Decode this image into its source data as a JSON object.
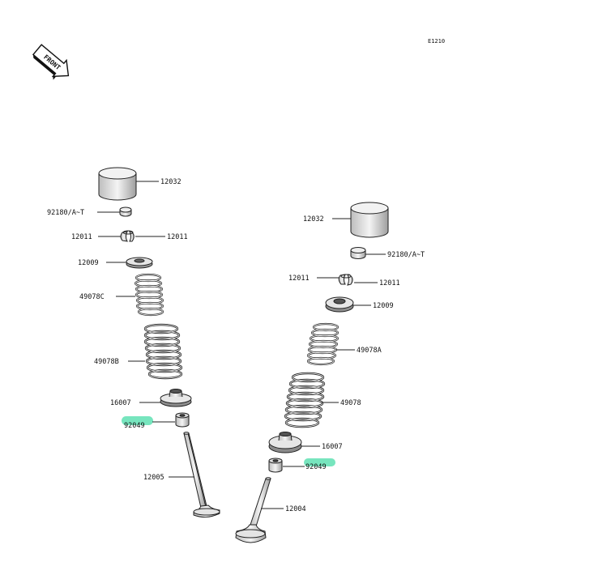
{
  "diagram": {
    "code": "E1210",
    "front_label": "FRONT",
    "highlight_color": "#5fe0b3",
    "left_assembly": {
      "tappet": "12032",
      "shim": "92180/A~T",
      "keeper_left": "12011",
      "keeper_right": "12011",
      "retainer": "12009",
      "spring_inner": "49078C",
      "spring_outer": "49078B",
      "spring_seat": "16007",
      "seal": "92049",
      "valve": "12005"
    },
    "right_assembly": {
      "tappet": "12032",
      "shim": "92180/A~T",
      "keeper_left": "12011",
      "keeper_right": "12011",
      "retainer": "12009",
      "spring_inner": "49078A",
      "spring_outer": "49078",
      "spring_seat": "16007",
      "seal": "92049",
      "valve": "12004"
    }
  }
}
